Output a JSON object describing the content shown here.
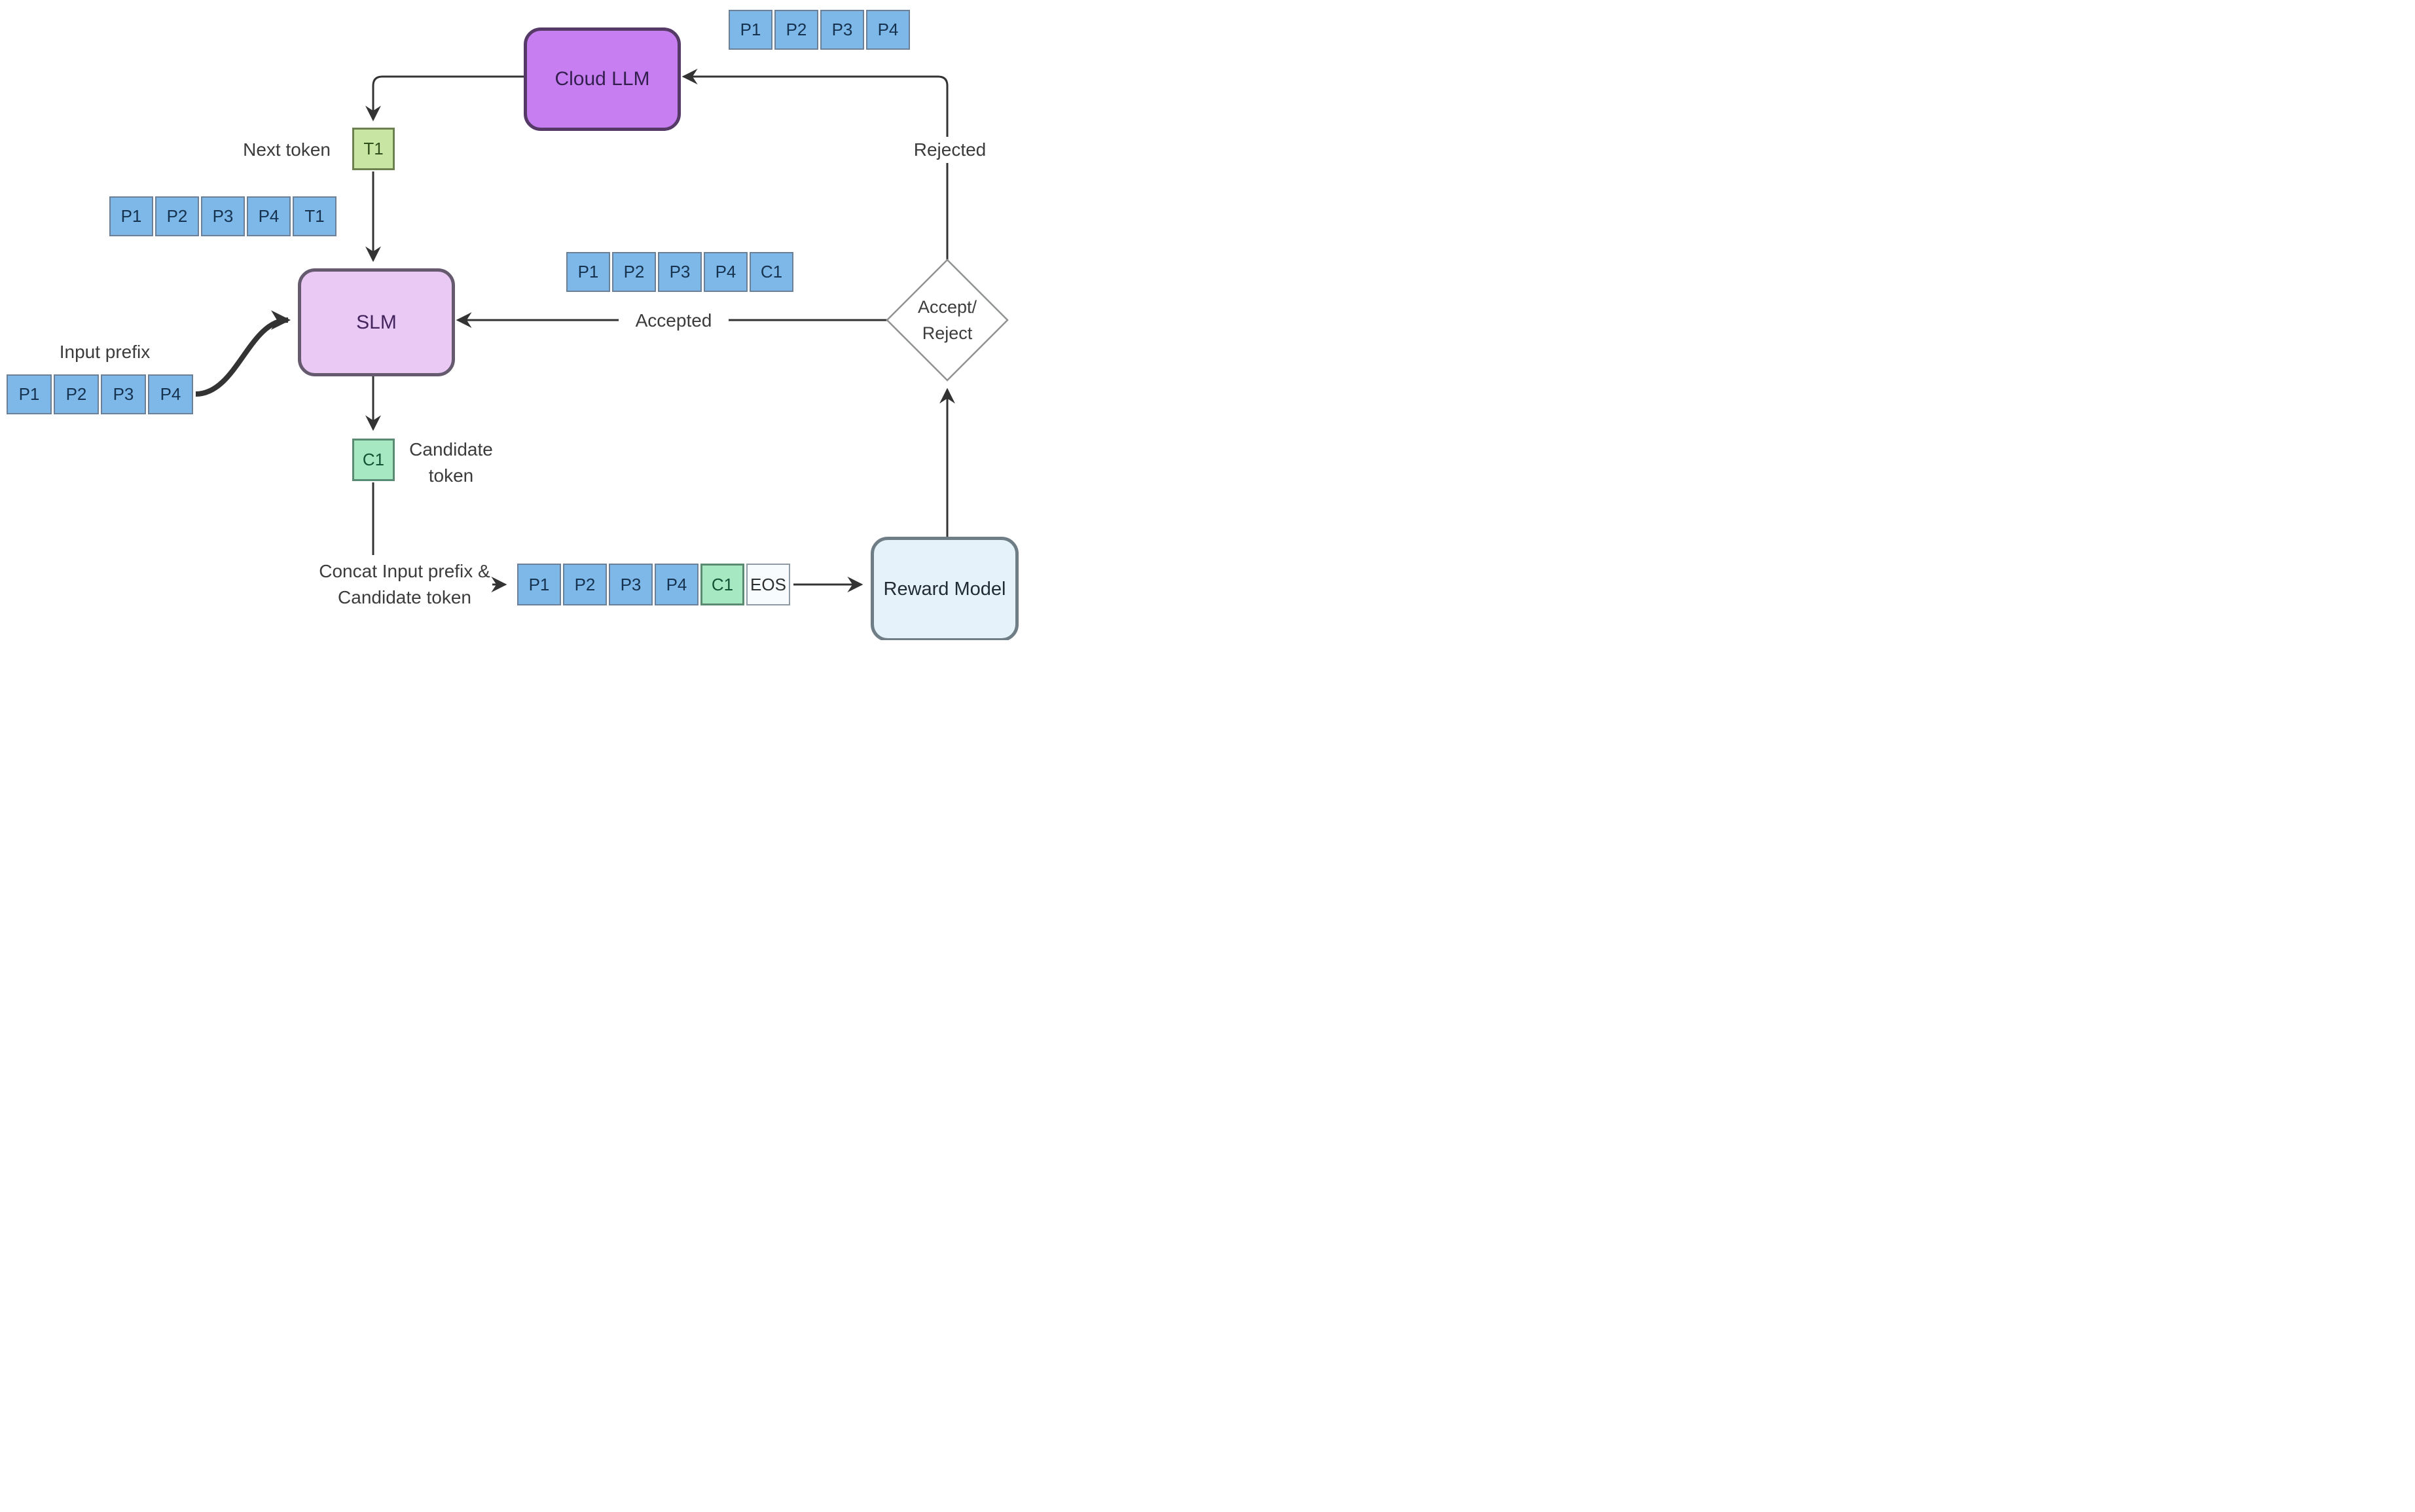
{
  "diagram": {
    "nodes": {
      "cloud_llm": "Cloud LLM",
      "slm": "SLM",
      "reward_model": "Reward Model",
      "decision_line1": "Accept/",
      "decision_line2": "Reject"
    },
    "labels": {
      "next_token": "Next token",
      "input_prefix": "Input prefix",
      "candidate_line1": "Candidate",
      "candidate_line2": "token",
      "concat_line1": "Concat Input prefix &",
      "concat_line2": "Candidate token",
      "accepted": "Accepted",
      "rejected": "Rejected"
    },
    "token_rows": {
      "cloud_input": [
        "P1",
        "P2",
        "P3",
        "P4"
      ],
      "prefix_with_next": [
        "P1",
        "P2",
        "P3",
        "P4",
        "T1"
      ],
      "prefix_with_candidate": [
        "P1",
        "P2",
        "P3",
        "P4",
        "C1"
      ],
      "input_prefix": [
        "P1",
        "P2",
        "P3",
        "P4"
      ],
      "concat_sequence": [
        "P1",
        "P2",
        "P3",
        "P4",
        "C1",
        "EOS"
      ]
    },
    "single_tokens": {
      "next_token": "T1",
      "candidate_token": "C1"
    },
    "colors": {
      "token_blue": "#7db8e8",
      "token_green": "#c9e5a4",
      "token_mint": "#a5e8c2",
      "token_eos": "#f8fbfd",
      "cloud_fill": "#c67ef0",
      "slm_fill": "#eac9f5",
      "reward_fill": "#e6f2f9",
      "diamond_stroke": "#8f9193",
      "line": "#333333"
    }
  }
}
